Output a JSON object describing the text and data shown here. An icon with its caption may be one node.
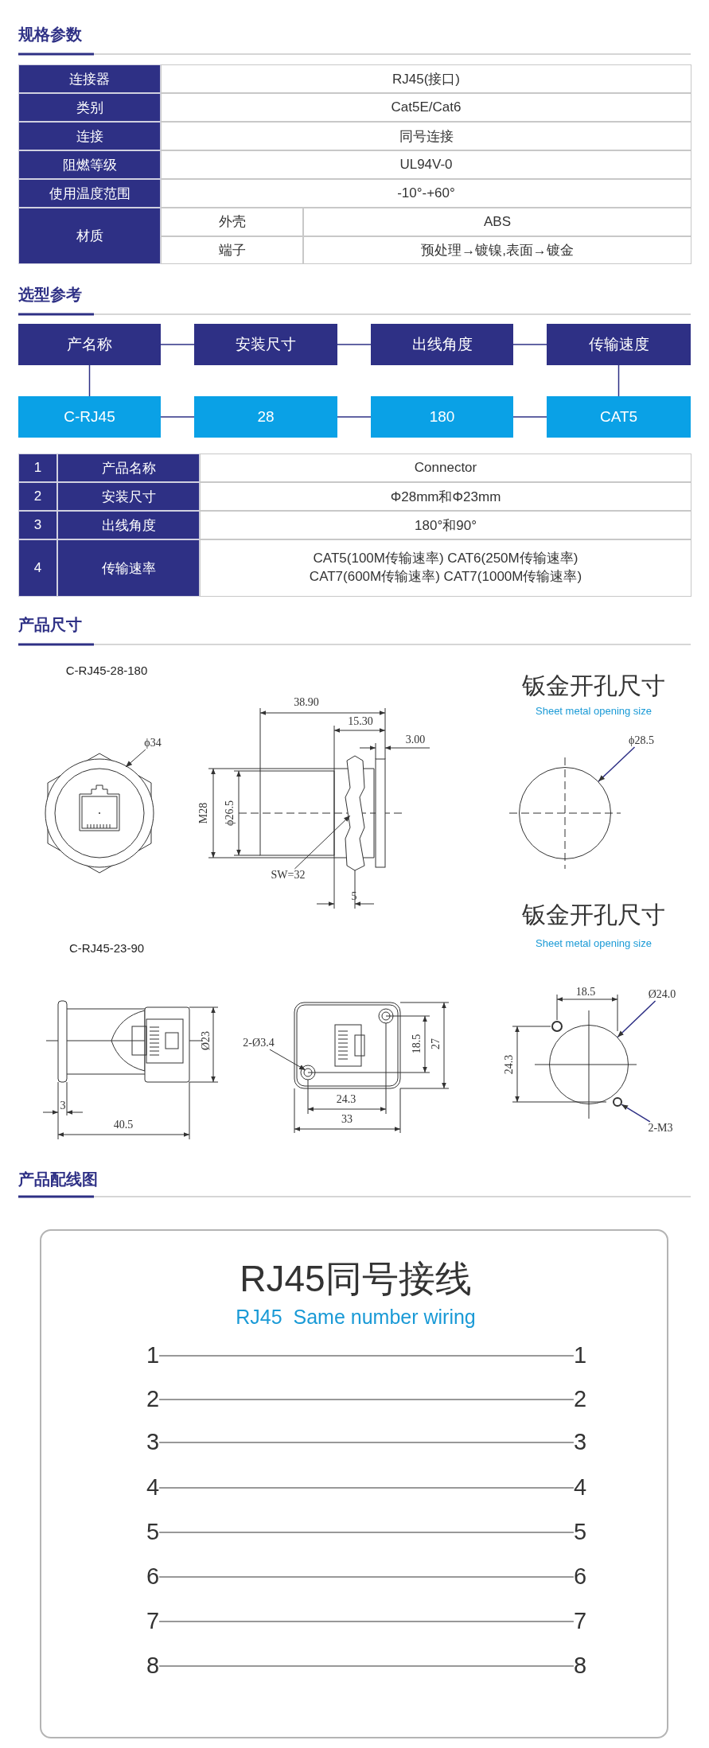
{
  "diagram": {
    "nodes": [
      {
        "text": [
          "产名称"
        ]
      },
      {
        "text": [
          "安装尺寸"
        ]
      },
      {
        "text": [
          "出线角度"
        ]
      },
      {
        "text": [
          "传输速度"
        ]
      },
      {
        "text": [
          "C-RJ45"
        ]
      },
      {
        "text": [
          "28"
        ]
      },
      {
        "text": [
          "180"
        ]
      },
      {
        "text": [
          "CAT5"
        ]
      },
      {
        "text": [
          "ϕ34"
        ]
      },
      {
        "text": [
          "SW=32"
        ]
      },
      {
        "text": [
          "ϕ28.5"
        ]
      },
      {
        "text": [
          "2-Ø3.4"
        ]
      },
      {
        "text": [
          "Ø24.0"
        ]
      },
      {
        "text": [
          "2-M3"
        ]
      },
      {
        "text": [
          "RJ45同号接线",
          "RJ45  Same number wiring"
        ]
      },
      {
        "text": [
          "1"
        ],
        "in": 14
      },
      {
        "text": [
          "1"
        ],
        "in": 14
      },
      {
        "text": [
          "2"
        ],
        "in": 14
      },
      {
        "text": [
          "2"
        ],
        "in": 14
      },
      {
        "text": [
          "3"
        ],
        "in": 14
      },
      {
        "text": [
          "3"
        ],
        "in": 14
      },
      {
        "text": [
          "4"
        ],
        "in": 14
      },
      {
        "text": [
          "4"
        ],
        "in": 14
      },
      {
        "text": [
          "5"
        ],
        "in": 14
      },
      {
        "text": [
          "5"
        ],
        "in": 14
      },
      {
        "text": [
          "6"
        ],
        "in": 14
      },
      {
        "text": [
          "6"
        ],
        "in": 14
      },
      {
        "text": [
          "7"
        ],
        "in": 14
      },
      {
        "text": [
          "7"
        ],
        "in": 14
      },
      {
        "text": [
          "8"
        ],
        "in": 14
      },
      {
        "text": [
          "8"
        ],
        "in": 14
      },
      {
        "text": [],
        "shape": "circle"
      },
      {
        "text": [],
        "shape": "circle"
      },
      {
        "text": [],
        "shape": "circle"
      }
    ],
    "edges": [
      {
        "from": 0,
        "to": 1,
        "arrow": "none"
      },
      {
        "from": 1,
        "to": 2,
        "arrow": "none"
      },
      {
        "from": 2,
        "to": 3,
        "arrow": "none"
      },
      {
        "from": 0,
        "to": 4,
        "arrow": "none"
      },
      {
        "from": 4,
        "to": 5,
        "arrow": "none"
      },
      {
        "from": 5,
        "to": 6,
        "arrow": "none"
      },
      {
        "from": 6,
        "to": 7,
        "arrow": "none"
      },
      {
        "from": 3,
        "to": 7,
        "arrow": "none"
      },
      {
        "from": 8,
        "to": null,
        "arrow": "to"
      },
      {
        "from": 9,
        "to": null,
        "arrow": "to"
      },
      {
        "from": 10,
        "to": 32,
        "arrow": "to"
      },
      {
        "from": 11,
        "to": null,
        "arrow": "to"
      },
      {
        "from": 12,
        "to": 33,
        "arrow": "to"
      },
      {
        "from": 13,
        "to": 31,
        "arrow": "to"
      },
      {
        "from": 15,
        "to": 16,
        "arrow": "none"
      },
      {
        "from": 17,
        "to": 18,
        "arrow": "none"
      },
      {
        "from": 19,
        "to": 20,
        "arrow": "none"
      },
      {
        "from": 21,
        "to": 22,
        "arrow": "none"
      },
      {
        "from": 23,
        "to": 24,
        "arrow": "none"
      },
      {
        "from": 25,
        "to": 26,
        "arrow": "none"
      },
      {
        "from": 27,
        "to": 28,
        "arrow": "none"
      },
      {
        "from": 29,
        "to": 30,
        "arrow": "none"
      }
    ],
    "labels": [
      "规格参数",
      "连接器",
      "RJ45(接口)",
      "类别",
      "Cat5E/Cat6",
      "连接",
      "同号连接",
      "阻燃等级",
      "UL94V-0",
      "使用温度范围",
      "-10°-+60°",
      "材质",
      "外壳",
      "ABS",
      "端子",
      "预处理→镀镍,表面→镀金",
      "选型参考",
      "1",
      "产品名称",
      "Connector",
      "2",
      "安装尺寸",
      "Φ28mm和Φ23mm",
      "3",
      "出线角度",
      "180°和90°",
      "4",
      "传输速率",
      "CAT5(100M传输速率) CAT6(250M传输速率) CAT7(600M传输速率) CAT7(1000M传输速率)",
      "产品尺寸",
      "C-RJ45-28-180",
      "钣金开孔尺寸",
      "Sheet metal opening size",
      "38.90",
      "15.30",
      "3.00",
      "M28",
      "ϕ26.5",
      "5",
      "钣金开孔尺寸",
      "Sheet metal opening size",
      "C-RJ45-23-90",
      "3",
      "40.5",
      "Ø23",
      "18.5",
      "27",
      "24.3",
      "33",
      "18.5",
      "24.3",
      "产品配线图"
    ]
  }
}
